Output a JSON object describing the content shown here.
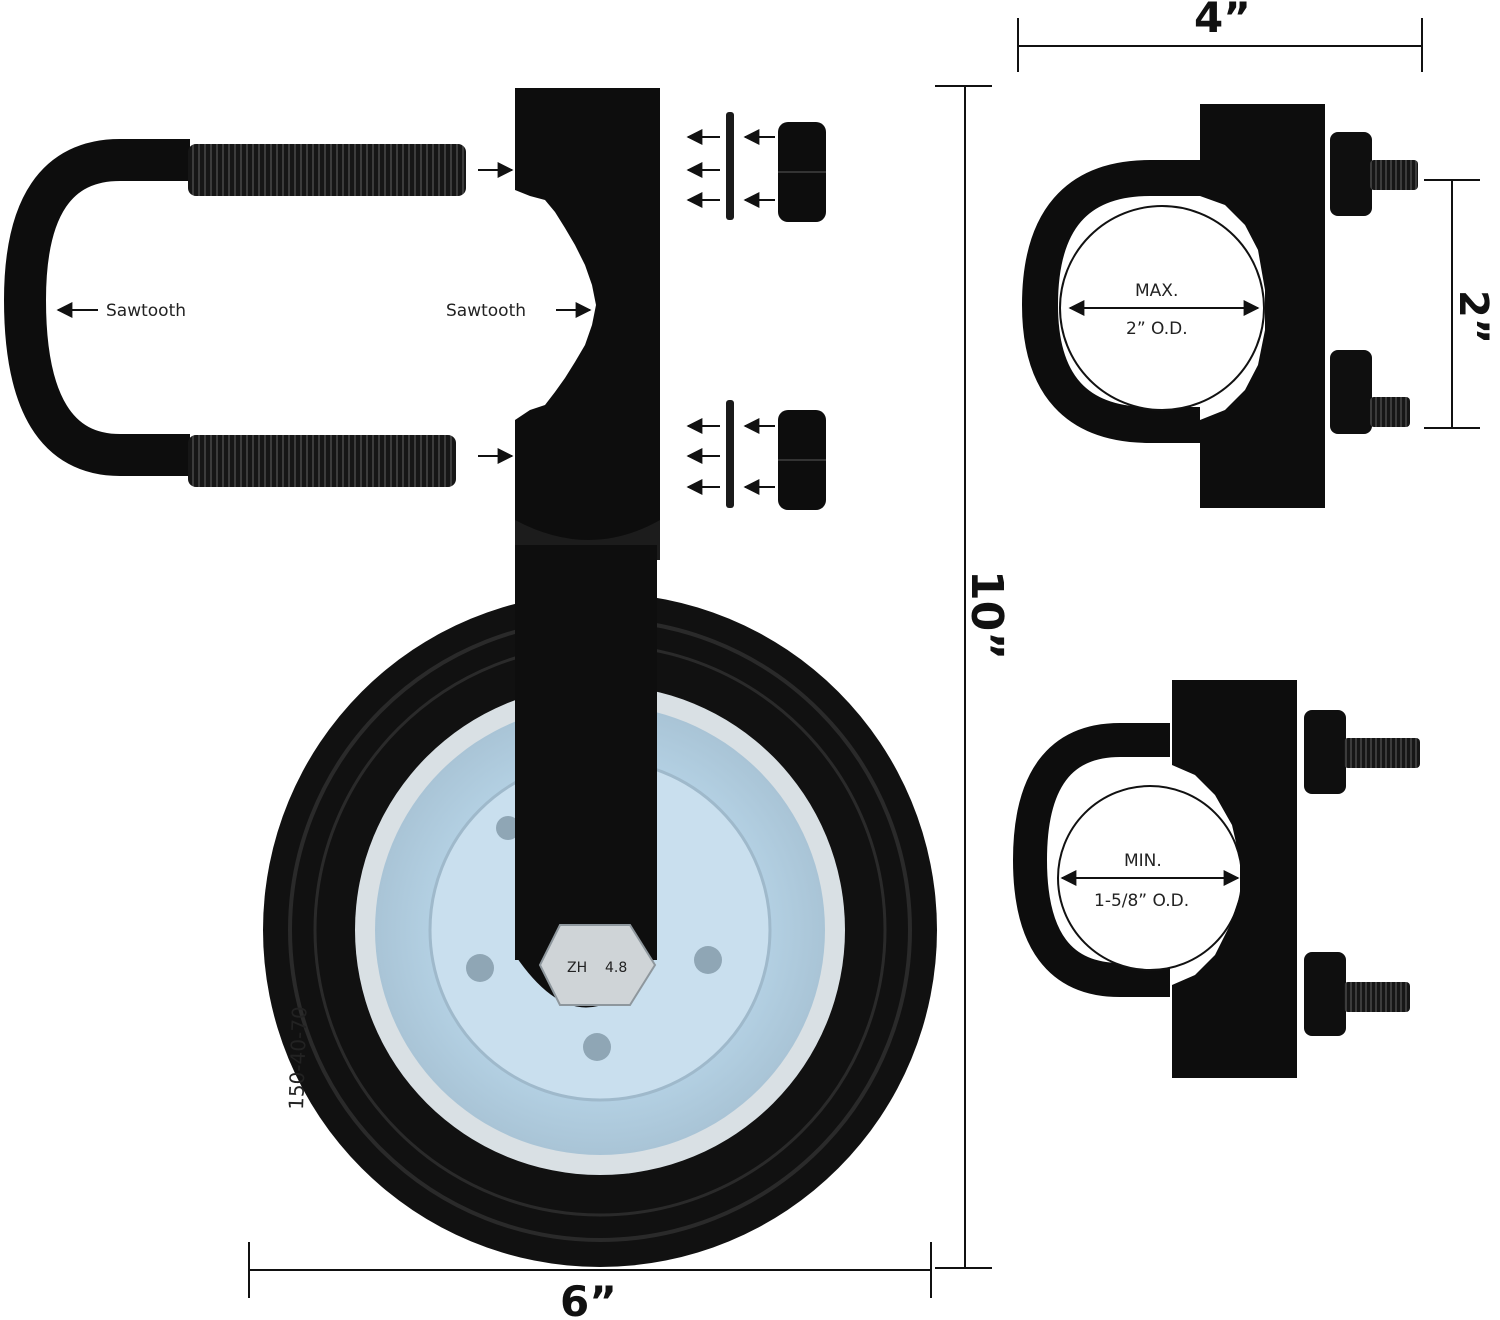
{
  "labels": {
    "sawtooth_left": "Sawtooth",
    "sawtooth_right": "Sawtooth",
    "max_line1": "MAX.",
    "max_line2": "2” O.D.",
    "min_line1": "MIN.",
    "min_line2": "1-5/8” O.D.",
    "bolt_mark_left": "ZH",
    "bolt_mark_right": "4.8"
  },
  "dimensions": {
    "width_top": "4”",
    "height_side": "2”",
    "height_total": "10”",
    "width_bottom": "6”"
  },
  "tire_text": "150-40-70",
  "colors": {
    "steel": "#0d0d0d",
    "rim": "#bfd9ea",
    "rim_edge": "#d7dee3",
    "rubber": "#111111",
    "line": "#111111"
  }
}
